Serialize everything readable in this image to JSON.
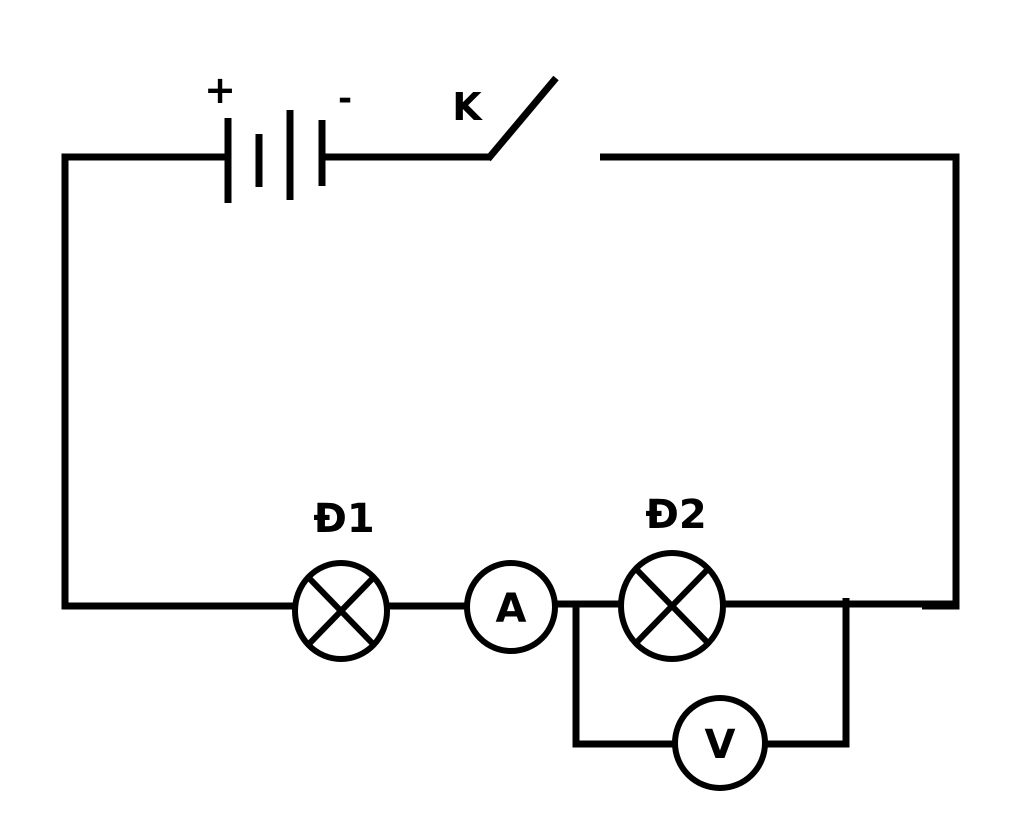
{
  "battery": {
    "positive_label": "+",
    "negative_label": "-"
  },
  "switch": {
    "label": "K"
  },
  "lamp1": {
    "label": "Đ1"
  },
  "lamp2": {
    "label": "Đ2"
  },
  "ammeter": {
    "label": "A"
  },
  "voltmeter": {
    "label": "V"
  },
  "colors": {
    "stroke": "#000000",
    "background": "#ffffff"
  }
}
